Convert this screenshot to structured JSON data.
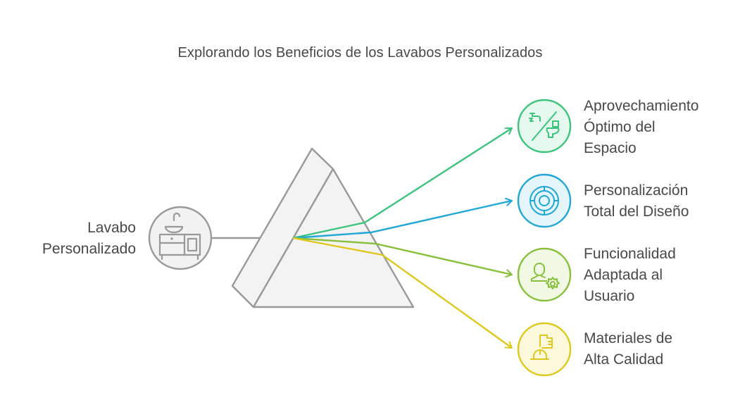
{
  "title": "Explorando los Beneficios de los Lavabos Personalizados",
  "source": {
    "label_lines": [
      "Lavabo",
      "Personalizado"
    ],
    "icon": "sink-vanity-icon",
    "color": "#999999",
    "fill": "#f2f2f2"
  },
  "prism": {
    "stroke": "#999999",
    "fill": "#f3f3f3"
  },
  "outputs": [
    {
      "label_lines": [
        "Aprovechamiento",
        "Óptimo del",
        "Espacio"
      ],
      "icon": "faucet-toilet-icon",
      "color": "#3cc47c",
      "fill": "#e6f9ee"
    },
    {
      "label_lines": [
        "Personalización",
        "Total del Diseño"
      ],
      "icon": "target-dial-icon",
      "color": "#21a7d6",
      "fill": "#e4f5fb"
    },
    {
      "label_lines": [
        "Funcionalidad",
        "Adaptada al",
        "Usuario"
      ],
      "icon": "user-gear-icon",
      "color": "#88c03c",
      "fill": "#f1f9e4"
    },
    {
      "label_lines": [
        "Materiales de",
        "Alta Calidad"
      ],
      "icon": "hardhat-building-icon",
      "color": "#dfc81e",
      "fill": "#fcf8dc"
    }
  ]
}
